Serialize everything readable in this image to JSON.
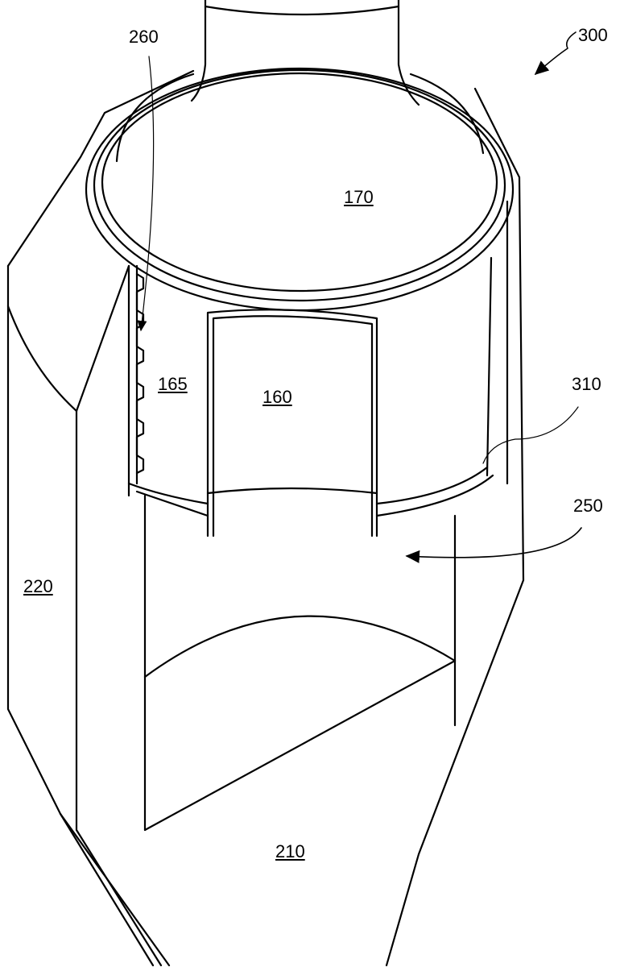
{
  "figure": {
    "reference_numerals": {
      "assembly": "300",
      "threads": "260",
      "cap_top": "170",
      "side_wall": "165",
      "window": "160",
      "ring": "310",
      "cavity": "250",
      "body_side": "220",
      "body_front": "210"
    },
    "line_color": "#000000",
    "background": "#ffffff"
  }
}
